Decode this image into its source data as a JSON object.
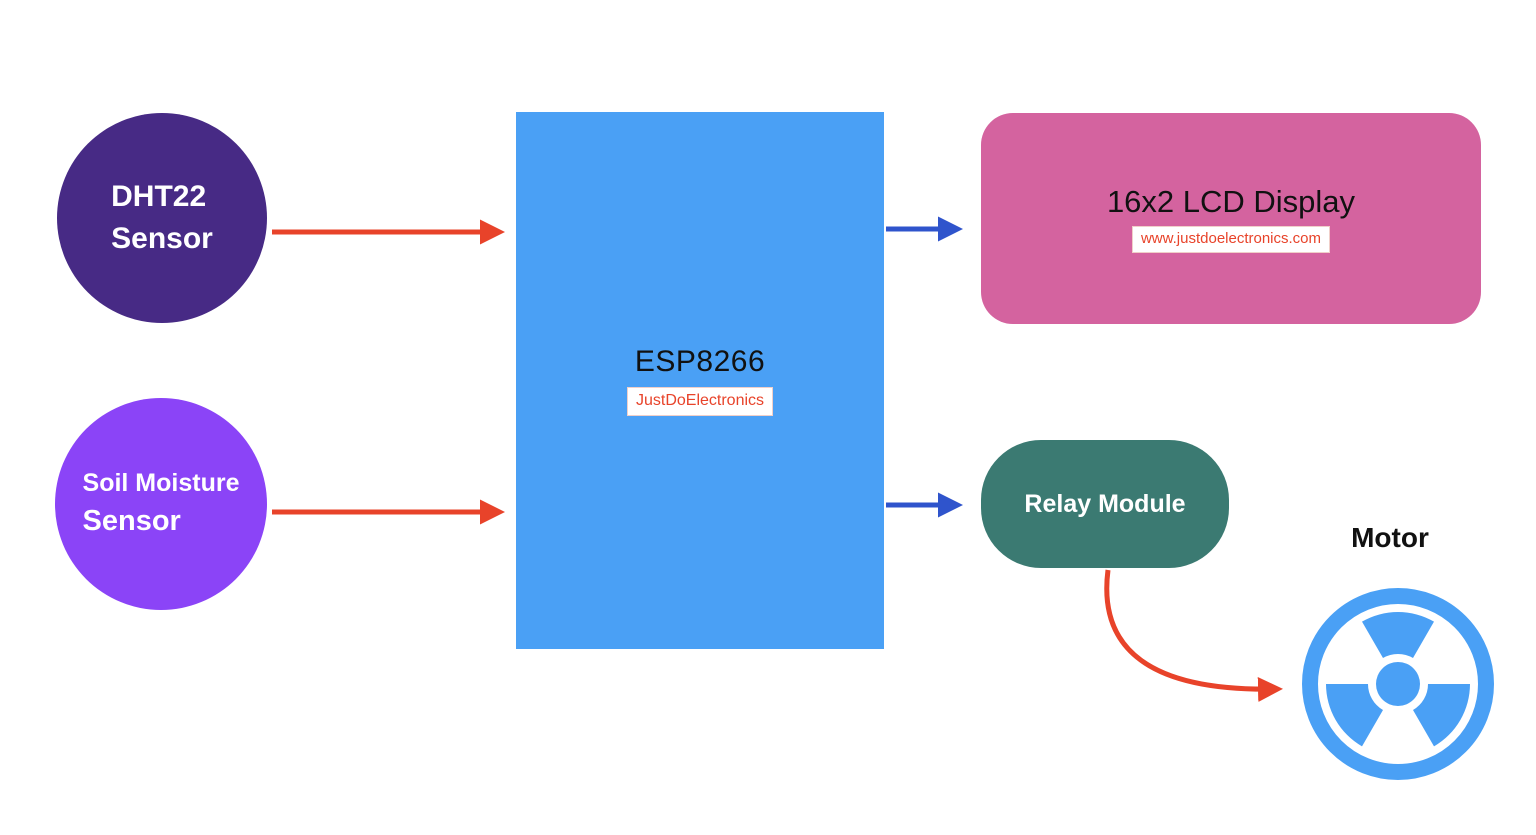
{
  "diagram": {
    "nodes": {
      "dht22": {
        "line1": "DHT22",
        "line2": "Sensor"
      },
      "soil": {
        "line1": "Soil Moisture",
        "line2": "Sensor"
      },
      "esp": {
        "label": "ESP8266",
        "badge": "JustDoElectronics"
      },
      "lcd": {
        "label": "16x2 LCD Display",
        "badge": "www.justdoelectronics.com"
      },
      "relay": {
        "label": "Relay Module"
      },
      "motor": {
        "label": "Motor"
      }
    },
    "connections": [
      {
        "from": "dht22",
        "to": "esp",
        "color": "red"
      },
      {
        "from": "soil",
        "to": "esp",
        "color": "red"
      },
      {
        "from": "esp",
        "to": "lcd",
        "color": "blue"
      },
      {
        "from": "esp",
        "to": "relay",
        "color": "blue"
      },
      {
        "from": "relay",
        "to": "motor",
        "color": "red"
      }
    ],
    "colors": {
      "dht22_fill": "#472a85",
      "soil_fill": "#8b44f7",
      "esp_fill": "#4aa0f5",
      "lcd_fill": "#d4639f",
      "relay_fill": "#3b7a72",
      "motor_blue": "#4aa0f5",
      "arrow_red": "#e8432a",
      "arrow_blue": "#2f54cc",
      "badge_text": "#e8432a"
    }
  }
}
